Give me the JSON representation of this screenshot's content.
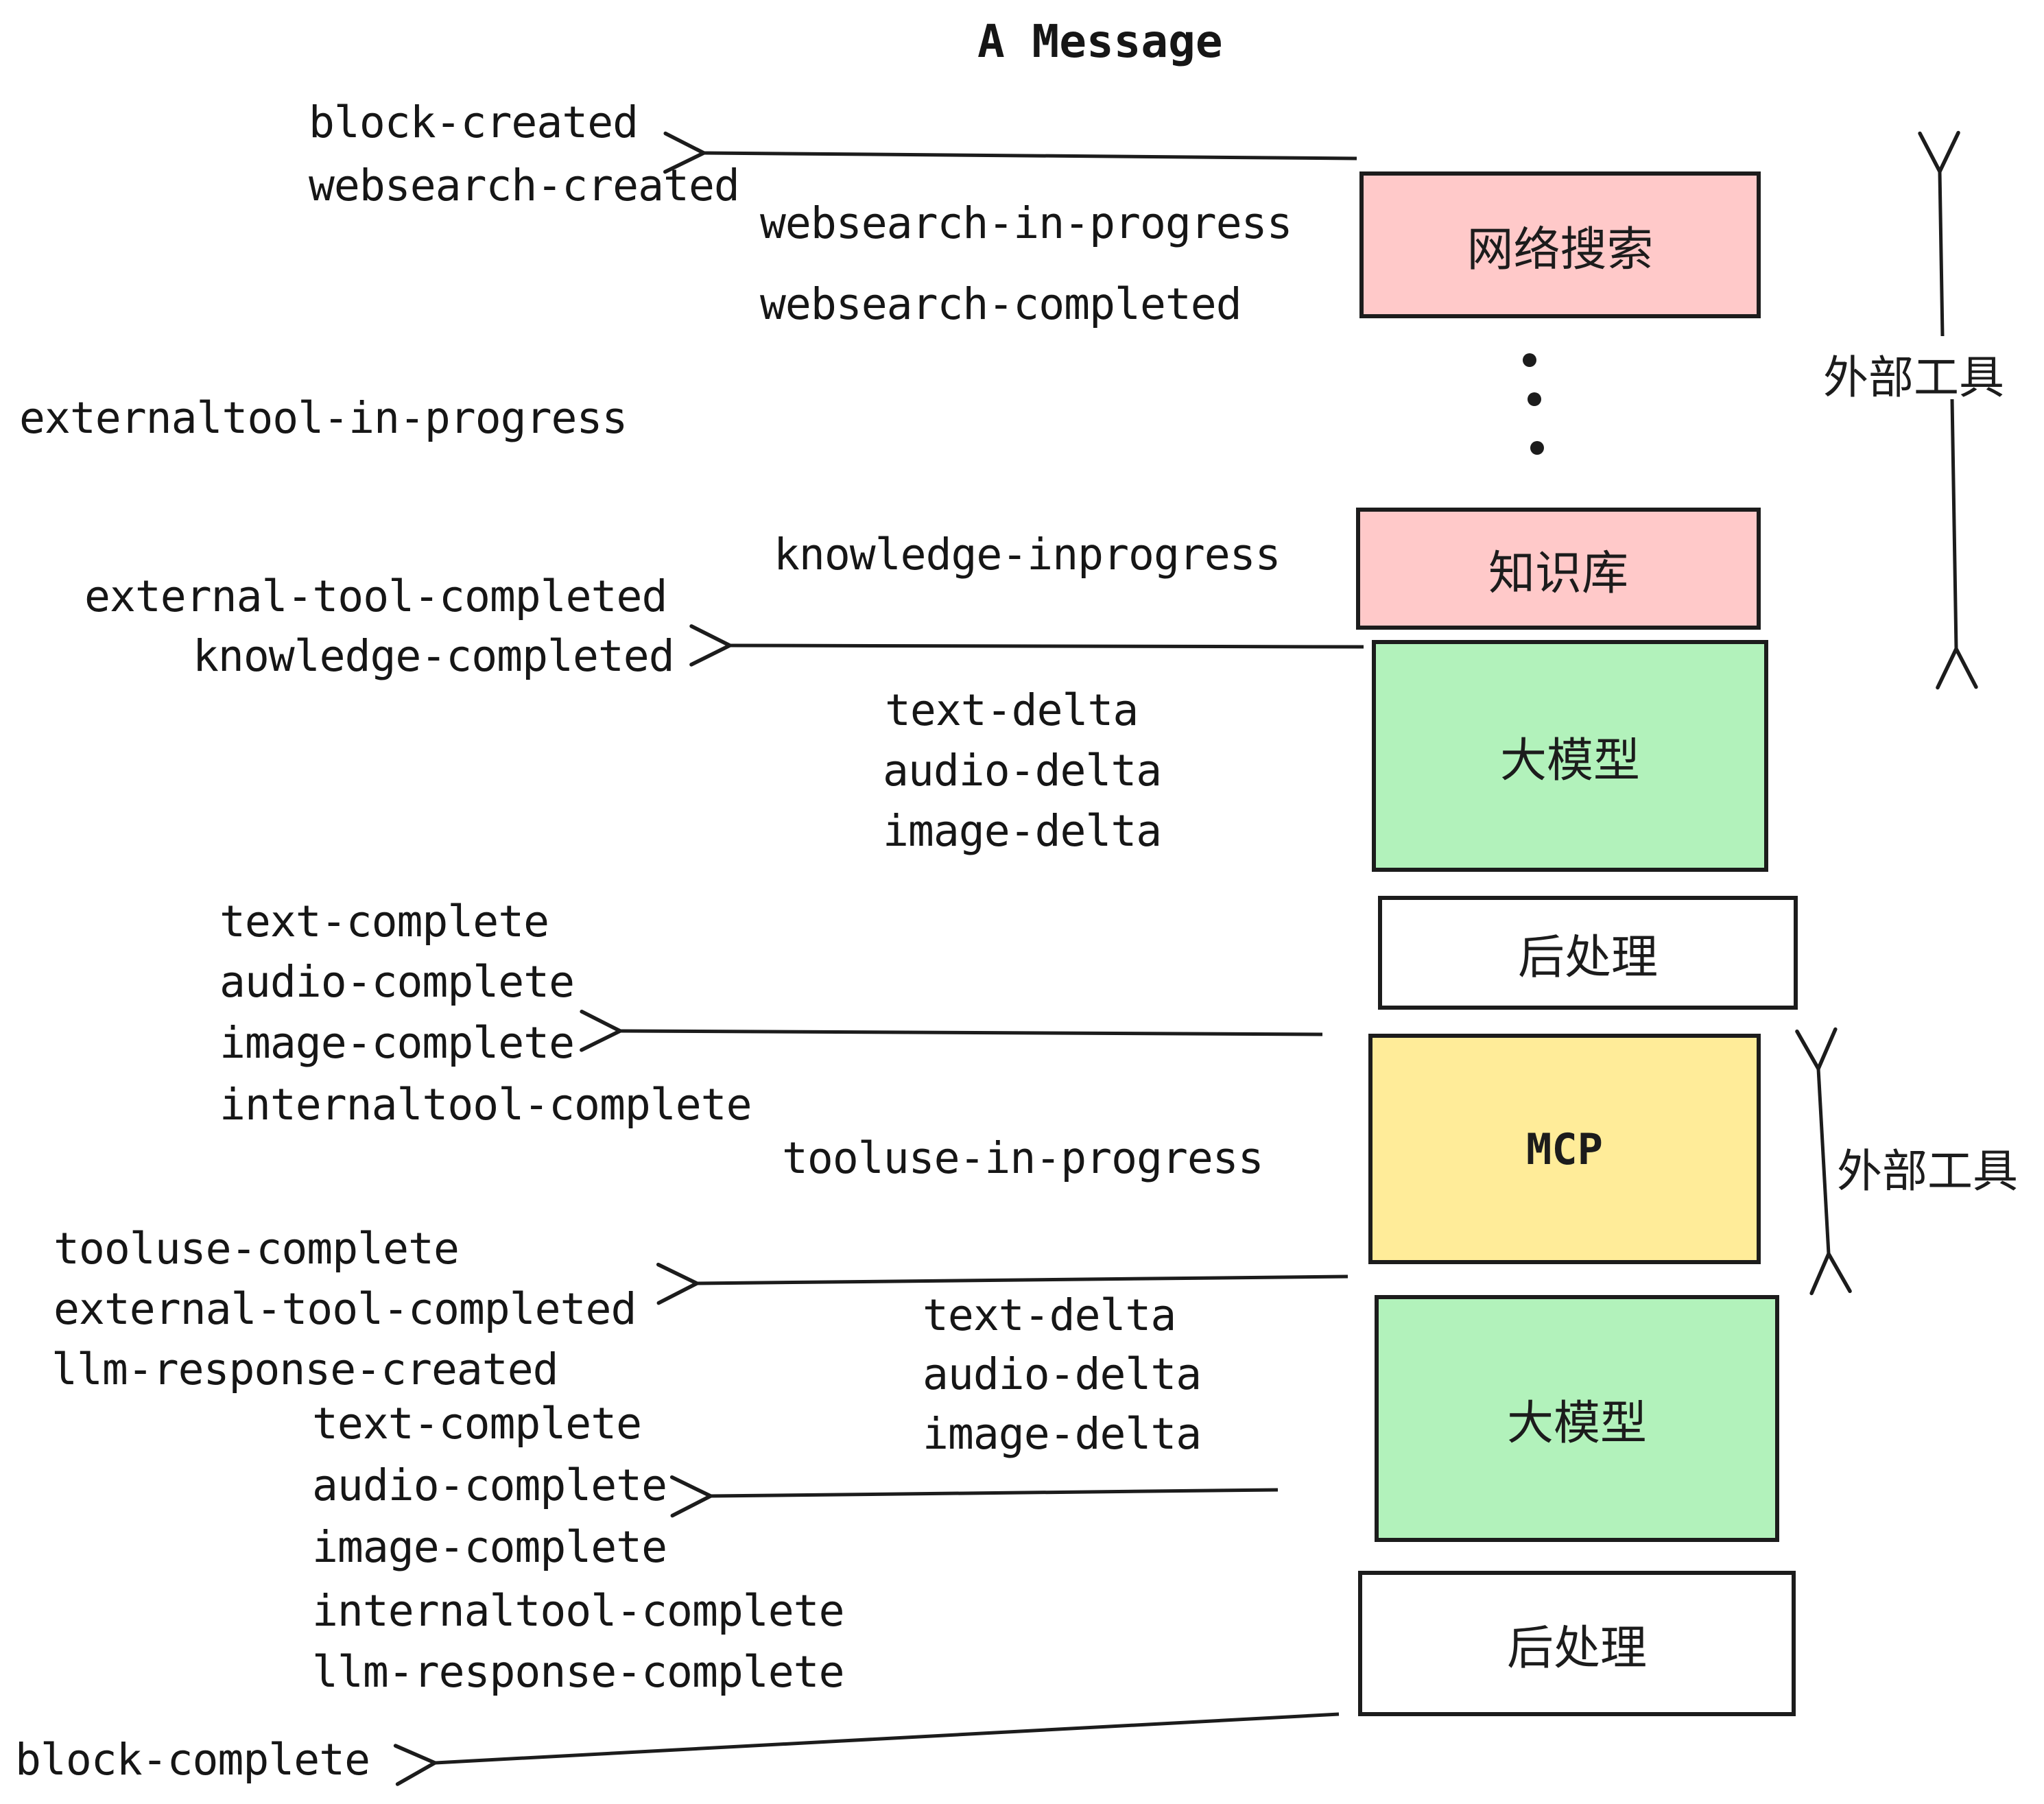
{
  "title": "A Message",
  "event_labels": {
    "block_created": "block-created",
    "websearch_created": "websearch-created",
    "websearch_in_progress": "websearch-in-progress",
    "websearch_completed": "websearch-completed",
    "externaltool_in_progress": "externaltool-in-progress",
    "knowledge_inprogress": "knowledge-inprogress",
    "external_tool_completed_1": "external-tool-completed",
    "knowledge_completed": "knowledge-completed",
    "text_delta_1": "text-delta",
    "audio_delta_1": "audio-delta",
    "image_delta_1": "image-delta",
    "text_complete_1": "text-complete",
    "audio_complete_1": "audio-complete",
    "image_complete_1": "image-complete",
    "internaltool_complete_1": "internaltool-complete",
    "tooluse_in_progress": "tooluse-in-progress",
    "tooluse_complete": "tooluse-complete",
    "external_tool_completed_2": "external-tool-completed",
    "llm_response_created": "llm-response-created",
    "text_delta_2": "text-delta",
    "audio_delta_2": "audio-delta",
    "image_delta_2": "image-delta",
    "text_complete_2": "text-complete",
    "audio_complete_2": "audio-complete",
    "image_complete_2": "image-complete",
    "internaltool_complete_2": "internaltool-complete",
    "llm_response_complete": "llm-response-complete",
    "block_complete": "block-complete"
  },
  "boxes": {
    "websearch": {
      "label": "网络搜索",
      "fill": "#ffc9c9"
    },
    "knowledge": {
      "label": "知识库",
      "fill": "#ffc9c9"
    },
    "llm_top": {
      "label": "大模型",
      "fill": "#b2f2bb"
    },
    "postprocess_top": {
      "label": "后处理",
      "fill": "#ffffff"
    },
    "mcp": {
      "label": "MCP",
      "fill": "#ffec99"
    },
    "llm_bottom": {
      "label": "大模型",
      "fill": "#b2f2bb"
    },
    "postprocess_bottom": {
      "label": "后处理",
      "fill": "#ffffff"
    }
  },
  "annotations": {
    "external_tools_top": "外部工具",
    "external_tools_bottom": "外部工具"
  },
  "colors": {
    "ink": "#1c1c1c",
    "background": "#ffffff",
    "pink": "#ffc9c9",
    "green": "#b2f2bb",
    "yellow": "#ffec99"
  }
}
